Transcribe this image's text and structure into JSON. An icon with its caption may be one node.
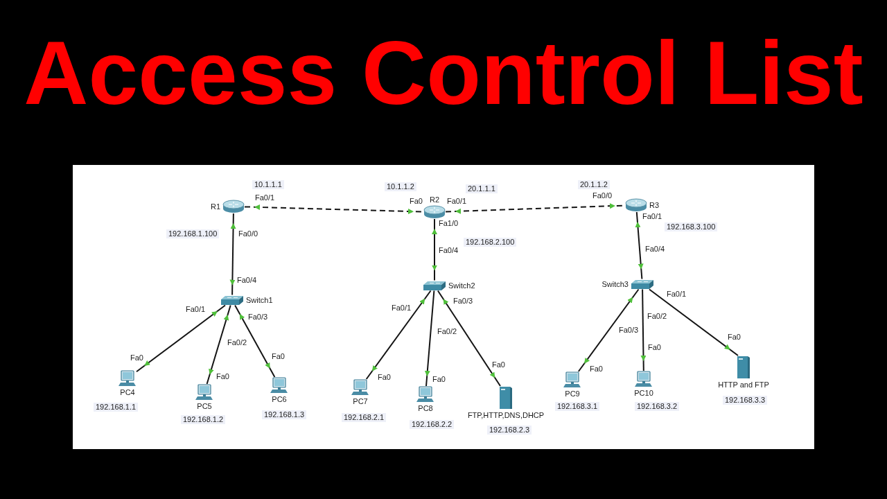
{
  "diagram": {
    "title": "Access Control List",
    "nodes": [
      {
        "text": [
          "R1"
        ],
        "beside": [
          "10.1.1.1",
          "Fa0/1",
          "192.168.1.100",
          "Fa0/0"
        ]
      },
      {
        "text": [
          "R2"
        ],
        "beside": [
          "10.1.1.2",
          "Fa0",
          "Fa0/1",
          "20.1.1.1",
          "Fa1/0",
          "192.168.2.100"
        ]
      },
      {
        "text": [
          "R3"
        ],
        "beside": [
          "20.1.1.2",
          "Fa0/0",
          "Fa0/1",
          "192.168.3.100"
        ]
      },
      {
        "text": [
          "Switch1"
        ],
        "beside": [
          "Fa0/4",
          "Fa0/1",
          "Fa0/3",
          "Fa0/2"
        ]
      },
      {
        "text": [
          "Switch2"
        ],
        "beside": [
          "Fa0/4",
          "Fa0/3",
          "Fa0/1",
          "Fa0/2"
        ]
      },
      {
        "text": [
          "Switch3"
        ],
        "beside": [
          "Fa0/4",
          "Fa0/1",
          "Fa0/2",
          "Fa0/3"
        ]
      },
      {
        "text": [
          "PC4"
        ],
        "beside": [
          "Fa0",
          "192.168.1.1"
        ]
      },
      {
        "text": [
          "PC5"
        ],
        "beside": [
          "Fa0",
          "192.168.1.2"
        ]
      },
      {
        "text": [
          "PC6"
        ],
        "beside": [
          "Fa0",
          "192.168.1.3"
        ]
      },
      {
        "text": [
          "PC7"
        ],
        "beside": [
          "Fa0",
          "192.168.2.1"
        ]
      },
      {
        "text": [
          "PC8"
        ],
        "beside": [
          "Fa0",
          "192.168.2.2"
        ]
      },
      {
        "text": [
          "FTP,HTTP,DNS,DHCP"
        ],
        "beside": [
          "Fa0",
          "192.168.2.3"
        ]
      },
      {
        "text": [
          "PC9"
        ],
        "beside": [
          "Fa0",
          "192.168.3.1"
        ]
      },
      {
        "text": [
          "PC10"
        ],
        "beside": [
          "Fa0",
          "192.168.3.2"
        ]
      },
      {
        "text": [
          "HTTP and FTP"
        ],
        "beside": [
          "Fa0",
          "192.168.3.3"
        ]
      }
    ],
    "edges": [
      {
        "from": 0,
        "to": 1,
        "arrow": "both",
        "style": "dashed"
      },
      {
        "from": 1,
        "to": 2,
        "arrow": "both",
        "style": "dashed"
      },
      {
        "from": 0,
        "to": 3,
        "arrow": "both"
      },
      {
        "from": 1,
        "to": 4,
        "arrow": "both"
      },
      {
        "from": 2,
        "to": 5,
        "arrow": "both"
      },
      {
        "from": 3,
        "to": 6,
        "arrow": "both"
      },
      {
        "from": 3,
        "to": 7,
        "arrow": "both"
      },
      {
        "from": 3,
        "to": 8,
        "arrow": "both"
      },
      {
        "from": 4,
        "to": 9,
        "arrow": "both"
      },
      {
        "from": 4,
        "to": 10,
        "arrow": "to"
      },
      {
        "from": 4,
        "to": 11,
        "arrow": "both"
      },
      {
        "from": 5,
        "to": 12,
        "arrow": "both"
      },
      {
        "from": 5,
        "to": 13,
        "arrow": "to"
      },
      {
        "from": 5,
        "to": 14,
        "arrow": "to"
      }
    ]
  }
}
